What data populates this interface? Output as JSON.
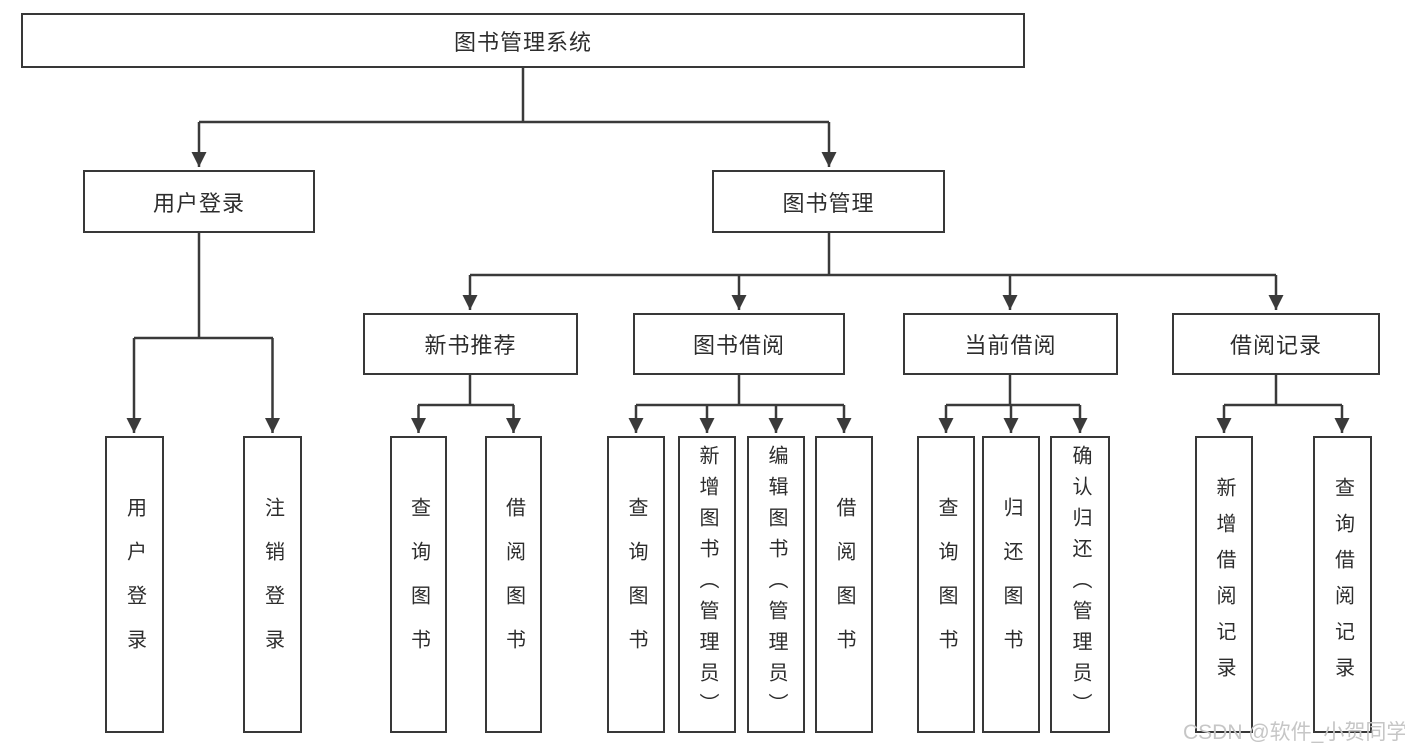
{
  "diagram": {
    "root_label": "图书管理系统",
    "branches": [
      {
        "label": "用户登录",
        "leaves": [
          "用户登录",
          "注销登录"
        ]
      },
      {
        "label": "图书管理",
        "groups": [
          {
            "label": "新书推荐",
            "leaves": [
              "查询图书",
              "借阅图书"
            ]
          },
          {
            "label": "图书借阅",
            "leaves": [
              "查询图书",
              "新增图书（管理员）",
              "编辑图书（管理员）",
              "借阅图书"
            ]
          },
          {
            "label": "当前借阅",
            "leaves": [
              "查询图书",
              "归还图书",
              "确认归还（管理员）"
            ]
          },
          {
            "label": "借阅记录",
            "leaves": [
              "新增借阅记录",
              "查询借阅记录"
            ]
          }
        ]
      }
    ]
  },
  "watermark": "CSDN @软件_小贺同学",
  "colors": {
    "line": "#3a3a3a",
    "box_border": "#383838",
    "text": "#2d2d2d",
    "watermark": "#c6c6c6",
    "background": "#ffffff"
  }
}
